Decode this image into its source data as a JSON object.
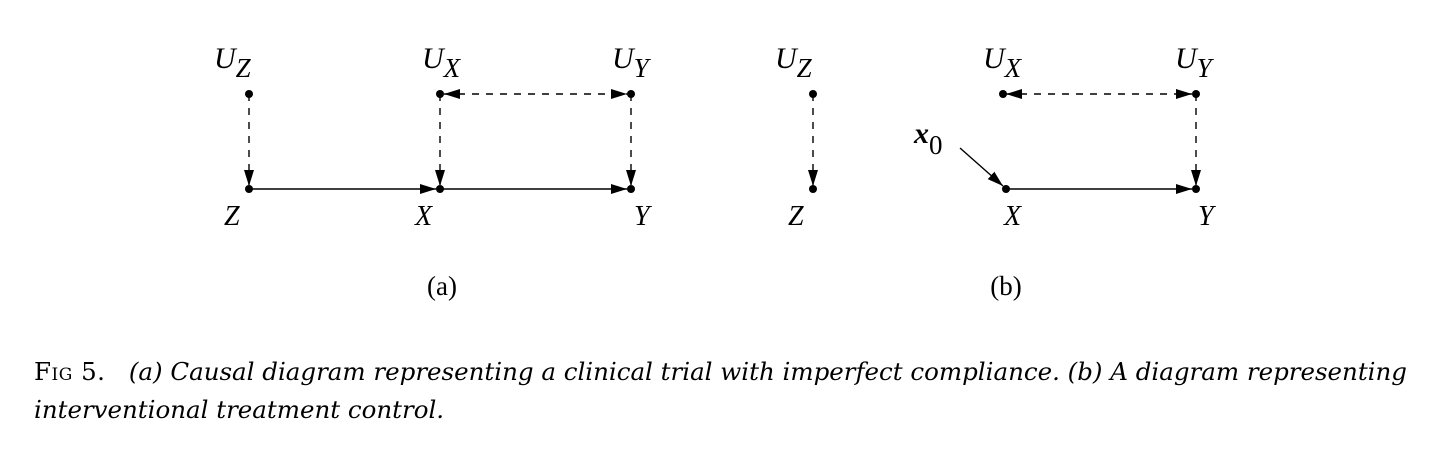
{
  "panels": {
    "a": {
      "label": "(a)",
      "nodes": {
        "uz": {
          "main": "U",
          "sub": "Z"
        },
        "ux": {
          "main": "U",
          "sub": "X"
        },
        "uy": {
          "main": "U",
          "sub": "Y"
        },
        "z": "Z",
        "x": "X",
        "y": "Y"
      }
    },
    "b": {
      "label": "(b)",
      "nodes": {
        "uz": {
          "main": "U",
          "sub": "Z"
        },
        "ux": {
          "main": "U",
          "sub": "X"
        },
        "uy": {
          "main": "U",
          "sub": "Y"
        },
        "z": "Z",
        "x": "X",
        "y": "Y",
        "x0": {
          "main": "x",
          "sub": "0"
        }
      }
    }
  },
  "caption": {
    "fig_label": "Fig 5.",
    "text": "(a) Causal diagram representing a clinical trial with imperfect compliance. (b) A diagram representing interventional treatment control."
  }
}
